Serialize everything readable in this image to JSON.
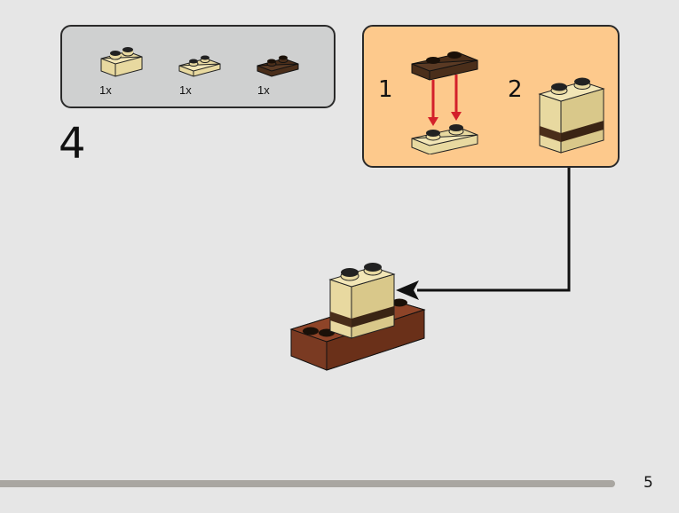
{
  "parts": [
    {
      "qty": "1x",
      "name": "tan 1x2 brick",
      "color": "#e8d9a0"
    },
    {
      "qty": "1x",
      "name": "tan 1x2 plate",
      "color": "#e8d9a0"
    },
    {
      "qty": "1x",
      "name": "dark brown 1x2 plate",
      "color": "#4a2e1a"
    }
  ],
  "step": {
    "number": "4"
  },
  "subassembly": {
    "step1": "1",
    "step2": "2"
  },
  "page": {
    "number": "5"
  },
  "colors": {
    "tan": "#e8d9a0",
    "dark_brown": "#4a2e1a",
    "reddish_brown": "#7a3a22",
    "callout_bg": "#fdc98c",
    "parts_bg": "#cfd0d0",
    "arrow_red": "#d3202a"
  }
}
